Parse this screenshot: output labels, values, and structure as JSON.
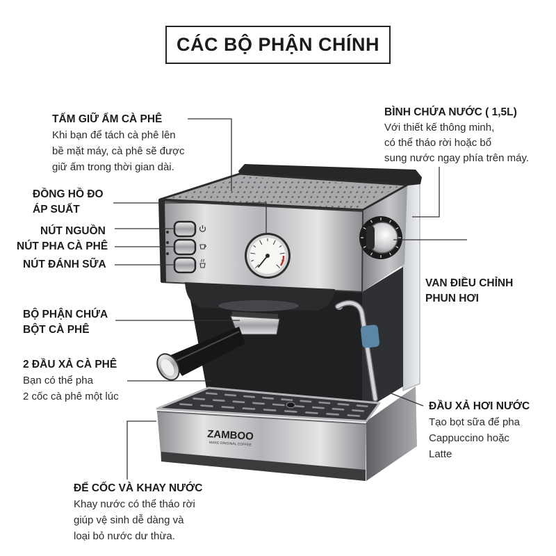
{
  "title": "CÁC BỘ PHẬN CHÍNH",
  "brand": {
    "name": "ZAMBOO",
    "tagline": "MAKE ORIGINAL COFFEE"
  },
  "labels": {
    "warming_plate": {
      "title": "TẤM GIỮ ẤM CÀ PHÊ",
      "desc": [
        "Khi bạn để tách cà phê lên",
        "bề mặt máy, cà phê sẽ được",
        "giữ ấm trong thời gian dài."
      ]
    },
    "pressure_gauge": {
      "title": [
        "ĐỒNG HỒ ĐO",
        "ÁP SUẤT"
      ]
    },
    "power_button": {
      "title": "NÚT NGUỒN"
    },
    "brew_button": {
      "title": "NÚT PHA CÀ PHÊ"
    },
    "froth_button": {
      "title": "NÚT ĐÁNH SỮA"
    },
    "portafilter": {
      "title": [
        "BỘ PHẬN CHỨA",
        "BỘT CÀ PHÊ"
      ]
    },
    "dual_spout": {
      "title": "2 ĐẦU XẢ CÀ PHÊ",
      "desc": [
        "Bạn có thể pha",
        "2 cốc cà phê một lúc"
      ]
    },
    "drip_tray": {
      "title": "ĐỂ CỐC VÀ KHAY NƯỚC",
      "desc": [
        "Khay nước có thể tháo rời",
        "giúp vệ sinh dễ dàng và",
        "loại bỏ nước dư thừa."
      ]
    },
    "water_tank": {
      "title": "BÌNH CHỨA NƯỚC ( 1,5L)",
      "desc": [
        "Với thiết kế thông minh,",
        "có thể tháo rời hoặc bổ",
        "sung nước ngay phía trên máy."
      ]
    },
    "steam_knob": {
      "title": [
        "VAN ĐIỀU CHỈNH",
        "PHUN HƠI"
      ]
    },
    "steam_wand": {
      "title": "ĐẦU XẢ HƠI NƯỚC",
      "desc": [
        "Tạo bọt sữa để pha",
        "Cappuccino hoặc",
        "Latte"
      ]
    }
  },
  "icons": {
    "power_button": "power-icon",
    "brew_button": "coffee-cup-icon",
    "froth_button": "steam-cup-icon"
  },
  "colors": {
    "text": "#1b1b1b",
    "leader_line": "#333333",
    "stainless": "#c9cbcd",
    "body_black": "#1f2022",
    "steam_grip": "#5b86a6",
    "indicator_light": "#d42020"
  }
}
